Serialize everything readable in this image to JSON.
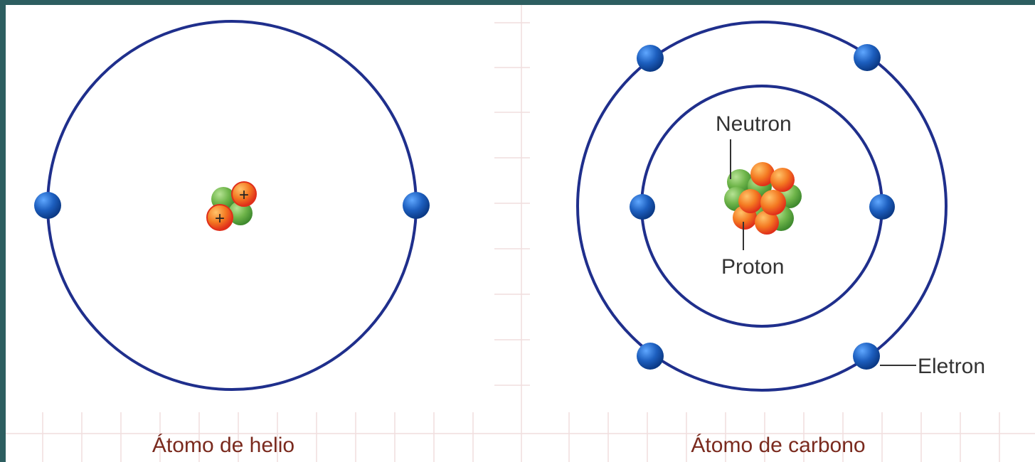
{
  "helium": {
    "caption": "Átomo de helio",
    "proton_sign": "+"
  },
  "carbon": {
    "caption": "Átomo de carbono",
    "labels": {
      "neutron": "Neutron",
      "proton": "Proton",
      "electron": "Eletron"
    }
  },
  "colors": {
    "orbit": "#1f2f8c",
    "electron": "#1d5fbf",
    "proton": "#f05a22",
    "neutron": "#6fb54a",
    "caption": "#7a2a1e",
    "frame": "#2d5e60",
    "grid": "#f0dede"
  }
}
